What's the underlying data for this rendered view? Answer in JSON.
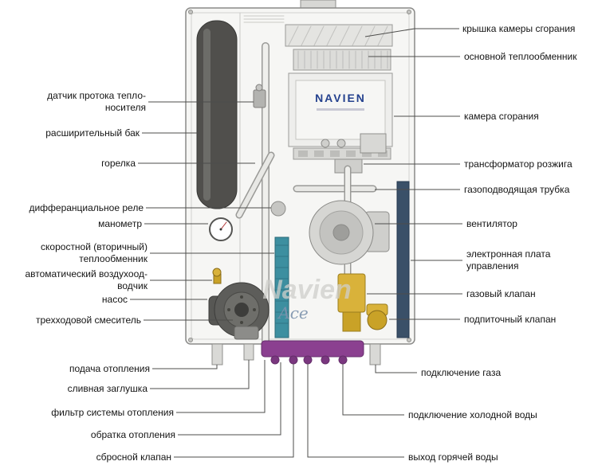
{
  "diagram": {
    "brand_logo": "NAVIEN",
    "watermark": "Navien",
    "watermark_script": "Ace",
    "accent_colors": {
      "tank_dark": "#504f4c",
      "secondary_hx_teal": "#3d8fa0",
      "brass_valve": "#d1a62e",
      "manifold_purple": "#8b4090",
      "logo_blue": "#24418e",
      "leader_line": "#4d4d4b"
    }
  },
  "labels": {
    "left": [
      {
        "id": "flow-sensor",
        "text": "датчик протока тепло-носителя"
      },
      {
        "id": "expansion-tank",
        "text": "расширительный бак"
      },
      {
        "id": "burner",
        "text": "горелка"
      },
      {
        "id": "differential-relay",
        "text": "дифферанциальное реле"
      },
      {
        "id": "manometer",
        "text": "манометр"
      },
      {
        "id": "secondary-heat-exchanger",
        "text": "скоростной (вторичный) теплообменник"
      },
      {
        "id": "auto-air-vent",
        "text": "автоматический воздухоод-водчик"
      },
      {
        "id": "pump",
        "text": "насос"
      },
      {
        "id": "three-way-mixer",
        "text": "трехходовой смеситель"
      },
      {
        "id": "heating-supply",
        "text": "подача отопления"
      },
      {
        "id": "drain-plug",
        "text": "сливная заглушка"
      },
      {
        "id": "heating-filter",
        "text": "фильтр системы отопления"
      },
      {
        "id": "heating-return",
        "text": "обратка отопления"
      },
      {
        "id": "relief-valve",
        "text": "сбросной клапан"
      }
    ],
    "right": [
      {
        "id": "combustion-cover",
        "text": "крышка камеры сгорания"
      },
      {
        "id": "main-heat-exchanger",
        "text": "основной теплообменник"
      },
      {
        "id": "combustion-chamber",
        "text": "камера сгорания"
      },
      {
        "id": "ignition-transformer",
        "text": "трансформатор розжига"
      },
      {
        "id": "gas-supply-tube",
        "text": "газоподводящая трубка"
      },
      {
        "id": "fan",
        "text": "вентилятор"
      },
      {
        "id": "control-board",
        "text": "электронная плата управления"
      },
      {
        "id": "gas-valve",
        "text": "газовый клапан"
      },
      {
        "id": "makeup-valve",
        "text": "подпиточный клапан"
      },
      {
        "id": "gas-connection",
        "text": "подключение газа"
      },
      {
        "id": "cold-water-connection",
        "text": "подключение холодной воды"
      },
      {
        "id": "hot-water-outlet",
        "text": "выход горячей воды"
      }
    ]
  }
}
